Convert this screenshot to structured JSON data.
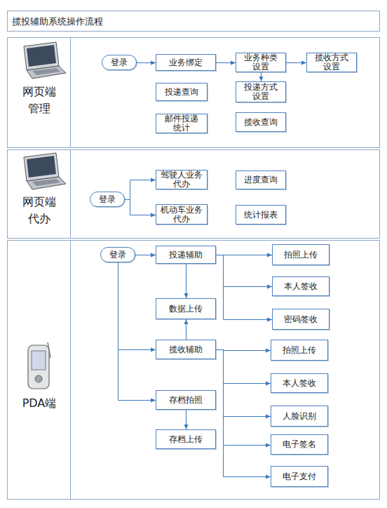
{
  "diagram": {
    "title": "揽投辅助系统操作流程",
    "nodes": [
      {
        "text": [
          "网页端 管理"
        ]
      },
      {
        "text": [
          "登录"
        ],
        "in": 0
      },
      {
        "text": [
          "业务绑定"
        ],
        "in": 0
      },
      {
        "text": [
          "业务种类设置"
        ],
        "in": 0
      },
      {
        "text": [
          "揽收方式设置"
        ],
        "in": 0
      },
      {
        "text": [
          "投递查询"
        ],
        "in": 0
      },
      {
        "text": [
          "投递方式设置"
        ],
        "in": 0
      },
      {
        "text": [
          "邮件投递统计"
        ],
        "in": 0
      },
      {
        "text": [
          "揽收查询"
        ],
        "in": 0
      },
      {
        "text": [
          "网页端 代办"
        ]
      },
      {
        "text": [
          "登录"
        ],
        "in": 9
      },
      {
        "text": [
          "驾驶人业务代办"
        ],
        "in": 9
      },
      {
        "text": [
          "进度查询"
        ],
        "in": 9
      },
      {
        "text": [
          "机动车业务代办"
        ],
        "in": 9
      },
      {
        "text": [
          "统计报表"
        ],
        "in": 9
      },
      {
        "text": [
          "PDA端"
        ]
      },
      {
        "text": [
          "登录"
        ],
        "in": 15
      },
      {
        "text": [
          "投递辅助"
        ],
        "in": 15
      },
      {
        "text": [
          "拍照上传"
        ],
        "in": 15
      },
      {
        "text": [
          "本人签收"
        ],
        "in": 15
      },
      {
        "text": [
          "数据上传"
        ],
        "in": 15
      },
      {
        "text": [
          "密码签收"
        ],
        "in": 15
      },
      {
        "text": [
          "揽收辅助"
        ],
        "in": 15
      },
      {
        "text": [
          "拍照上传"
        ],
        "in": 15
      },
      {
        "text": [
          "本人签收"
        ],
        "in": 15
      },
      {
        "text": [
          "人脸识别"
        ],
        "in": 15
      },
      {
        "text": [
          "存档拍照"
        ],
        "in": 15
      },
      {
        "text": [
          "电子签名"
        ],
        "in": 15
      },
      {
        "text": [
          "存档上传"
        ],
        "in": 15
      },
      {
        "text": [
          "电子支付"
        ],
        "in": 15
      }
    ],
    "edges": [
      {
        "from": 1,
        "to": 2,
        "arrow": "to"
      },
      {
        "from": 2,
        "to": 3,
        "arrow": "to"
      },
      {
        "from": 3,
        "to": 4,
        "arrow": "to"
      },
      {
        "from": 3,
        "to": 6,
        "arrow": "to"
      },
      {
        "from": 10,
        "to": 11,
        "arrow": "to"
      },
      {
        "from": 10,
        "to": 13,
        "arrow": "to"
      },
      {
        "from": 16,
        "to": 17,
        "arrow": "to"
      },
      {
        "from": 16,
        "to": 22,
        "arrow": "to"
      },
      {
        "from": 16,
        "to": 26,
        "arrow": "to"
      },
      {
        "from": 17,
        "to": 20,
        "arrow": "to"
      },
      {
        "from": 22,
        "to": 20,
        "arrow": "to"
      },
      {
        "from": 17,
        "to": 18,
        "arrow": "to"
      },
      {
        "from": 17,
        "to": 19,
        "arrow": "to"
      },
      {
        "from": 17,
        "to": 21,
        "arrow": "to"
      },
      {
        "from": 22,
        "to": 23,
        "arrow": "to"
      },
      {
        "from": 22,
        "to": 24,
        "arrow": "to"
      },
      {
        "from": 22,
        "to": 25,
        "arrow": "to"
      },
      {
        "from": 22,
        "to": 27,
        "arrow": "to"
      },
      {
        "from": 22,
        "to": 29,
        "arrow": "to"
      },
      {
        "from": 26,
        "to": 28,
        "arrow": "to"
      }
    ]
  }
}
